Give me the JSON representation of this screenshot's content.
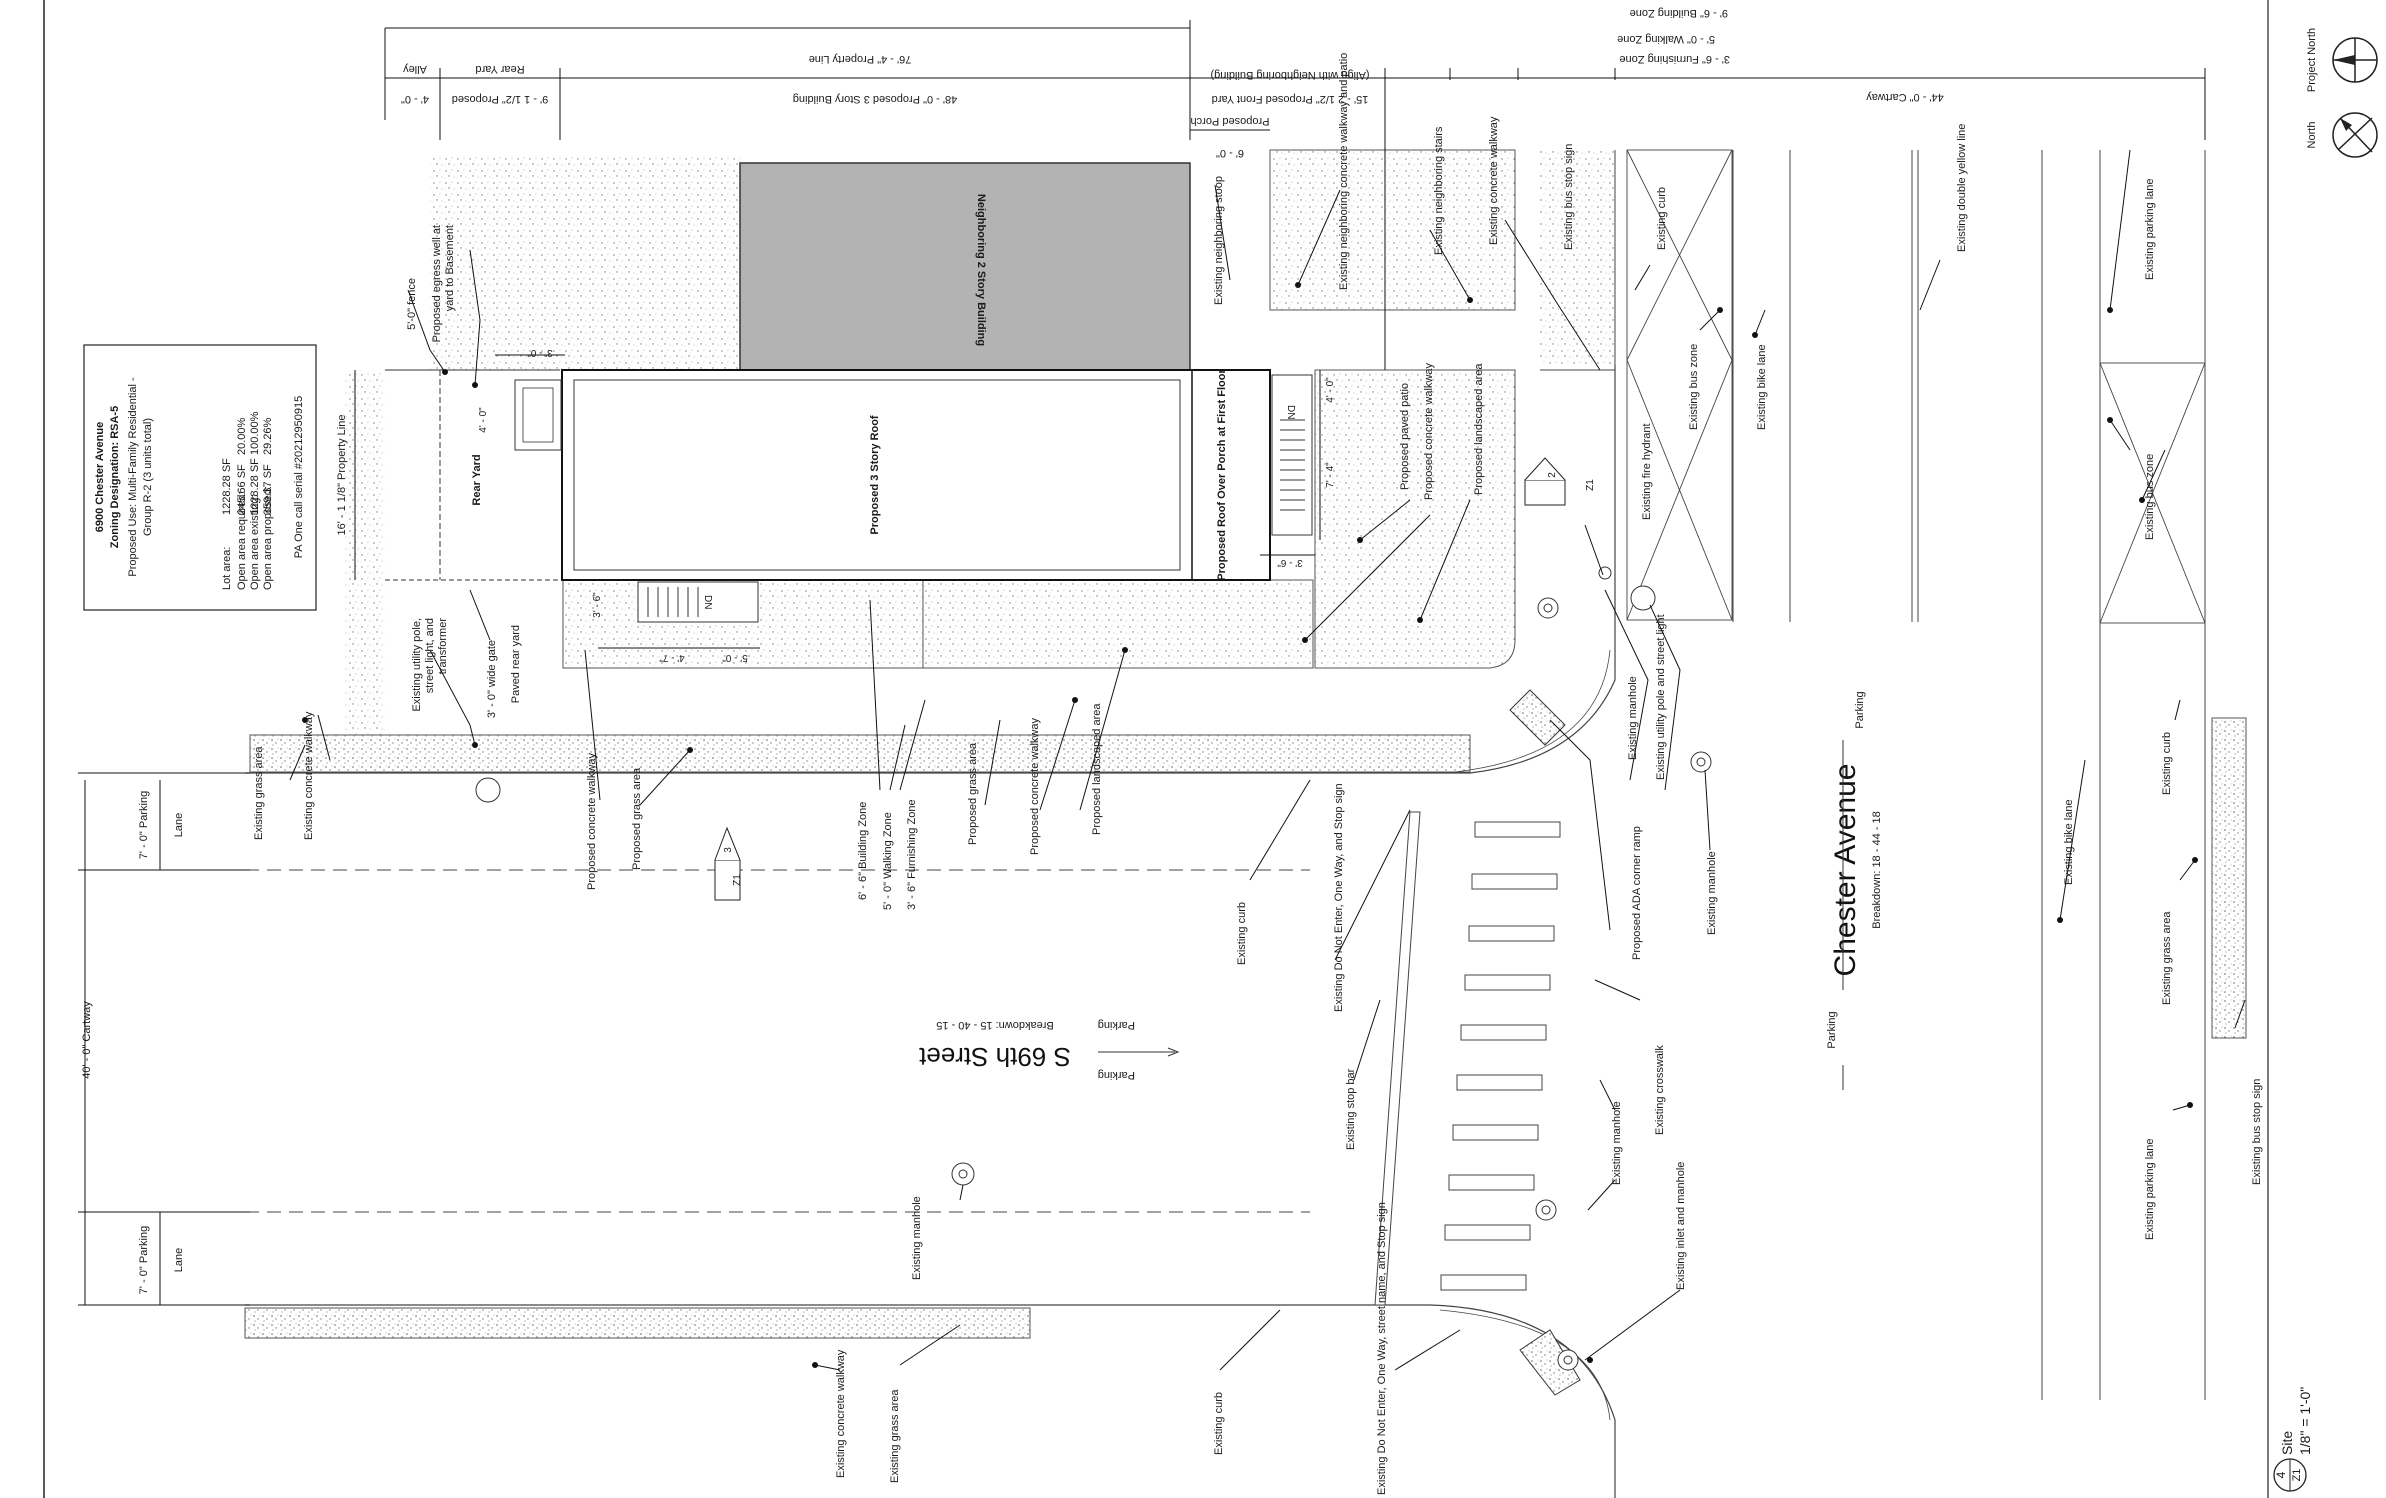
{
  "info_box": {
    "title": "6900 Chester Avenue",
    "zoning": "Zoning Designation: RSA-5",
    "use1": "Proposed Use: Multi-Family Residential -",
    "use2": "Group R-2 (3 units total)",
    "rows": [
      {
        "label": "Lot area:",
        "sf": "1228.28 SF",
        "pct": ""
      },
      {
        "label": "Open area required:",
        "sf": "245.66 SF",
        "pct": "20.00%"
      },
      {
        "label": "Open area existing:",
        "sf": "1228.28 SF",
        "pct": "100.00%"
      },
      {
        "label": "Open area proposed:",
        "sf": "359.37 SF",
        "pct": "29.26%"
      }
    ],
    "serial": "PA One call serial #20212950915"
  },
  "streets": {
    "s69": {
      "name": "S 69th Street",
      "breakdown": "Breakdown: 15 - 40 - 15",
      "parking": "Parking"
    },
    "chester": {
      "name": "Chester Avenue",
      "breakdown": "Breakdown: 18 - 44 - 18",
      "parking": "Parking"
    }
  },
  "buildings": {
    "neighboring": "Neighboring 2 Story Building",
    "roof": "Proposed 3 Story Roof",
    "porch": "Proposed Roof Over Porch at First Floor",
    "rear_yard": "Rear Yard",
    "dn": "DN"
  },
  "dimensions": {
    "property_line": "76' - 4\" Property Line",
    "alley": "Alley",
    "rear_yard": "Rear Yard",
    "alley_w": "4' - 0\"",
    "rear_prop": "9' - 1 1/2\" Proposed",
    "building": "48' - 0\" Proposed 3 Story Building",
    "front_yard": "15' - 2 1/2\" Proposed Front Yard",
    "align": "(Align with Neighboring Building)",
    "porch": "Proposed Porch",
    "porch_w": "6' - 0\"",
    "cartway44": "44' - 0\" Cartway",
    "cartway40": "40' - 0\" Cartway",
    "building_zone": "9' - 6\" Building Zone",
    "walking_zone": "5' - 0\" Walking Zone",
    "furnishing_zone": "3' - 6\" Furnishing Zone",
    "left_prop": "16' - 1 1/8\" Property Line",
    "d3_0": "3' - 0\"",
    "d4_0a": "4' - 0\"",
    "d3_6": "3' - 6\"",
    "d4_7": "4' - 7\"",
    "d5_0": "5' - 0\"",
    "d4_0b": "4' - 0\"",
    "d7_4": "7' - 4\"",
    "d3_6b": "3' - 6\"",
    "parking7a": "7' - 0\" Parking",
    "parking7b": "7' - 0\" Parking",
    "lane": "Lane"
  },
  "labels": {
    "fence": "5'-0\" fence",
    "egress1": "Proposed egress well at",
    "egress2": "yard to Basement",
    "utility1": "Existing utility pole,",
    "utility2": "street light, and",
    "utility3": "transformer",
    "gate": "3' - 0\" wide gate",
    "paved_rear": "Paved rear yard",
    "ex_grass_left": "Existing grass area",
    "ex_walk_left": "Existing concrete walkway",
    "prop_walk": "Proposed concrete walkway",
    "prop_grass": "Proposed grass area",
    "bz": "6' - 6\" Building Zone",
    "wz": "5' - 0\" Walking Zone",
    "fz": "3' - 6\" Furnishing Zone",
    "prop_grass2": "Proposed grass area",
    "prop_walk2": "Proposed concrete walkway",
    "prop_land": "Proposed landscaped area",
    "ex_curb_top": "Existing curb",
    "do_not_enter": "Existing Do Not Enter, One Way, and Stop sign",
    "stop_bar": "Existing stop bar",
    "ada": "Proposed ADA corner ramp",
    "ex_manhole_a": "Existing manhole",
    "utility_pole": "Existing utility pole and street light",
    "ex_manhole_b": "Existing manhole",
    "crosswalk": "Existing crosswalk",
    "ex_manhole_c": "Existing manhole",
    "ex_manhole_street": "Existing manhole",
    "inlet": "Existing inlet and manhole",
    "ex_walk_bottom": "Existing concrete walkway",
    "ex_grass_bottom": "Existing grass area",
    "ex_curb_bottom": "Existing curb",
    "dne_bottom": "Existing Do Not Enter, One Way, street name, and Stop sign",
    "stoop": "Existing neighboring stoop",
    "nb_walk": "Existing neighboring concrete walkway and patio",
    "nb_stairs": "Existing neighboring stairs",
    "ex_walk_top": "Existing concrete walkway",
    "bus_stop_top": "Existing bus stop sign",
    "curb_top": "Existing curb",
    "bus_zone": "Existing bus zone",
    "bike_lane": "Existing bike lane",
    "yellow": "Existing double yellow line",
    "parking_lane": "Existing parking lane",
    "bus_zone2": "Existing bus zone",
    "fire": "Existing fire hydrant",
    "paved_patio": "Proposed paved patio",
    "prop_walk3": "Proposed concrete walkway",
    "prop_land2": "Proposed landscaped area",
    "bike_lane2": "Existing bike lane",
    "curb_r": "Existing curb",
    "grass_r": "Existing grass area",
    "parking_lane2": "Existing parking lane",
    "bus_stop2": "Existing bus stop sign"
  },
  "markers": {
    "z1_a": "Z1",
    "n3": "3",
    "z1_b": "Z1",
    "n2": "2"
  },
  "north": {
    "project": "Project North",
    "north": "North"
  },
  "title_block": {
    "num": "4",
    "sheet": "Z1",
    "name": "Site",
    "scale": "1/8\" = 1'-0\""
  }
}
